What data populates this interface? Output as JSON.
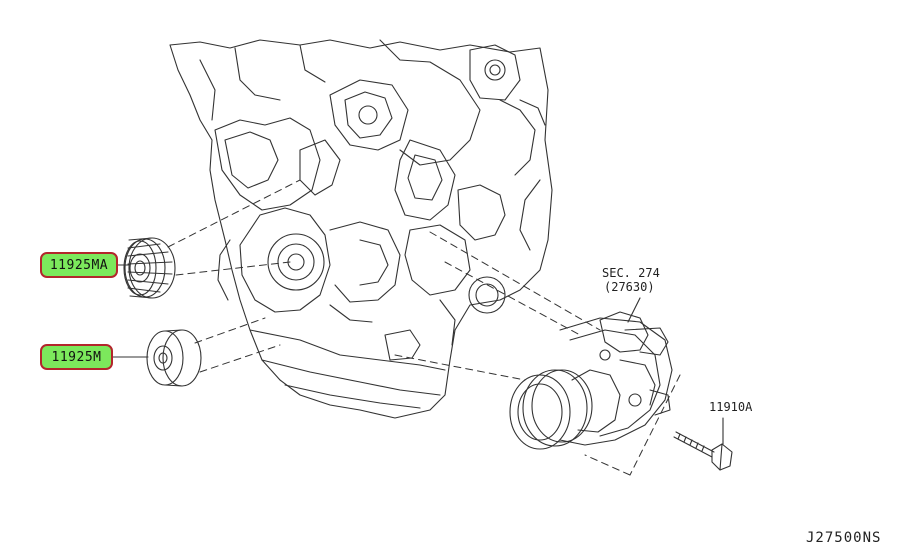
{
  "callouts": [
    {
      "part_no": "11925MA"
    },
    {
      "part_no": "11925M"
    }
  ],
  "labels": {
    "sec_ref": "SEC. 274",
    "sec_sub": "(27630)",
    "bolt": "11910A",
    "diagram_code": "J27500NS"
  },
  "colors": {
    "callout_fill": "#7CE85C",
    "callout_border": "#b3262c",
    "line": "#333333"
  }
}
